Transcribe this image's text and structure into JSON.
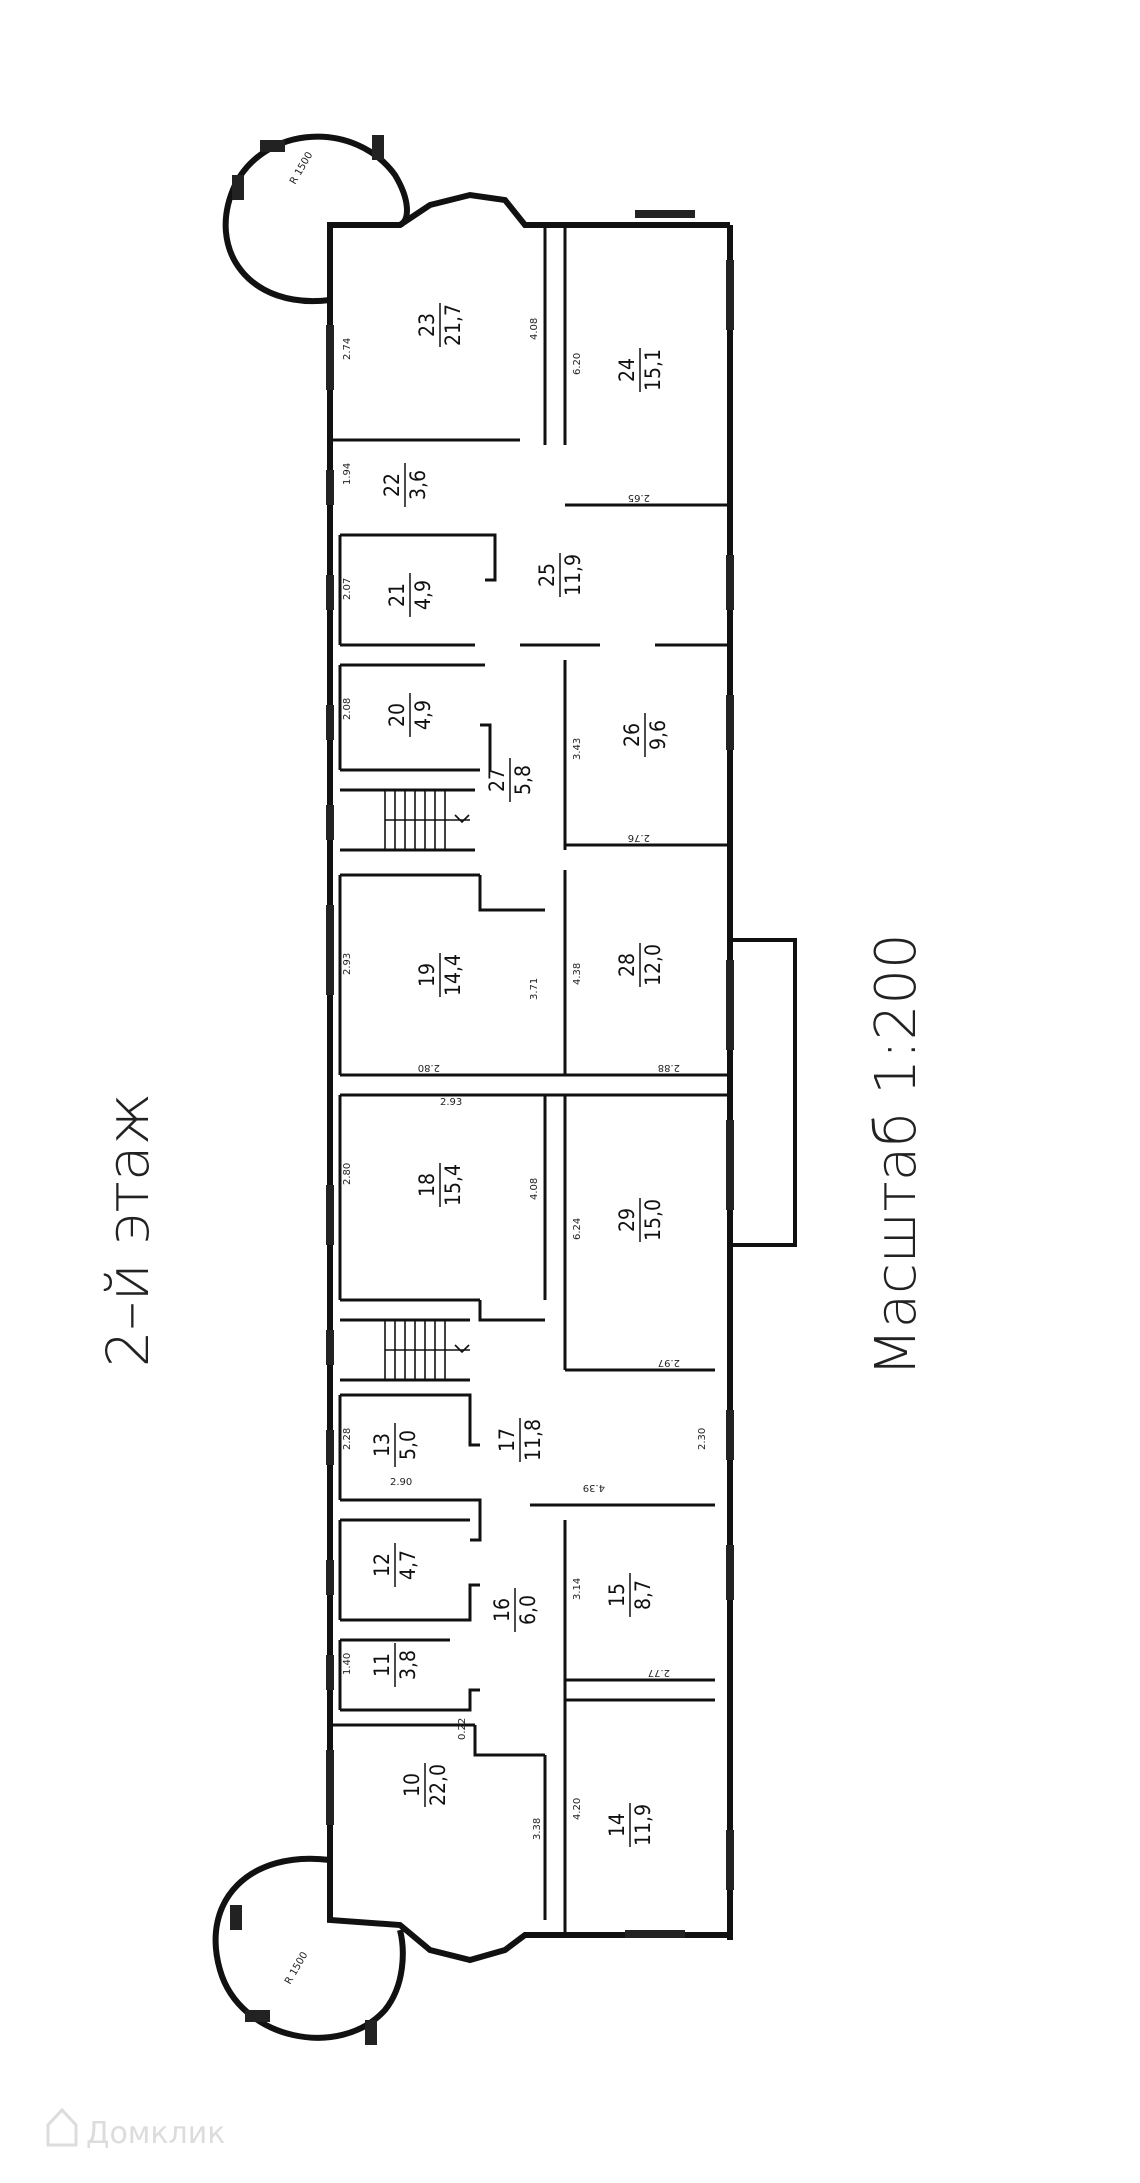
{
  "floor_title": "2–й этаж",
  "scale_label": "Масштаб 1:200",
  "watermark": "Домклик",
  "rooms": [
    {
      "num": "10",
      "area": "22,0"
    },
    {
      "num": "11",
      "area": "3,8"
    },
    {
      "num": "12",
      "area": "4,7"
    },
    {
      "num": "13",
      "area": "5,0"
    },
    {
      "num": "14",
      "area": "11,9"
    },
    {
      "num": "15",
      "area": "8,7"
    },
    {
      "num": "16",
      "area": "6,0"
    },
    {
      "num": "17",
      "area": "11,8"
    },
    {
      "num": "18",
      "area": "15,4"
    },
    {
      "num": "19",
      "area": "14,4"
    },
    {
      "num": "20",
      "area": "4,9"
    },
    {
      "num": "21",
      "area": "4,9"
    },
    {
      "num": "22",
      "area": "3,6"
    },
    {
      "num": "23",
      "area": "21,7"
    },
    {
      "num": "24",
      "area": "15,1"
    },
    {
      "num": "25",
      "area": "11,9"
    },
    {
      "num": "26",
      "area": "9,6"
    },
    {
      "num": "27",
      "area": "5,8"
    },
    {
      "num": "28",
      "area": "12,0"
    },
    {
      "num": "29",
      "area": "15,0"
    }
  ],
  "dimensions": [
    "R 1500",
    "R 1500",
    "2.74",
    "4.08",
    "6.20",
    "1.94",
    "2.07",
    "2.08",
    "2.93",
    "2.80",
    "2.28",
    "2.90",
    "1.40",
    "0.22",
    "3.38",
    "4.20",
    "3.14",
    "2.77",
    "2.30",
    "4.39",
    "6.24",
    "4.08",
    "2.97",
    "2.88",
    "2.80",
    "4.38",
    "3.43",
    "3.71",
    "2.76",
    "2.65",
    "2.93"
  ]
}
